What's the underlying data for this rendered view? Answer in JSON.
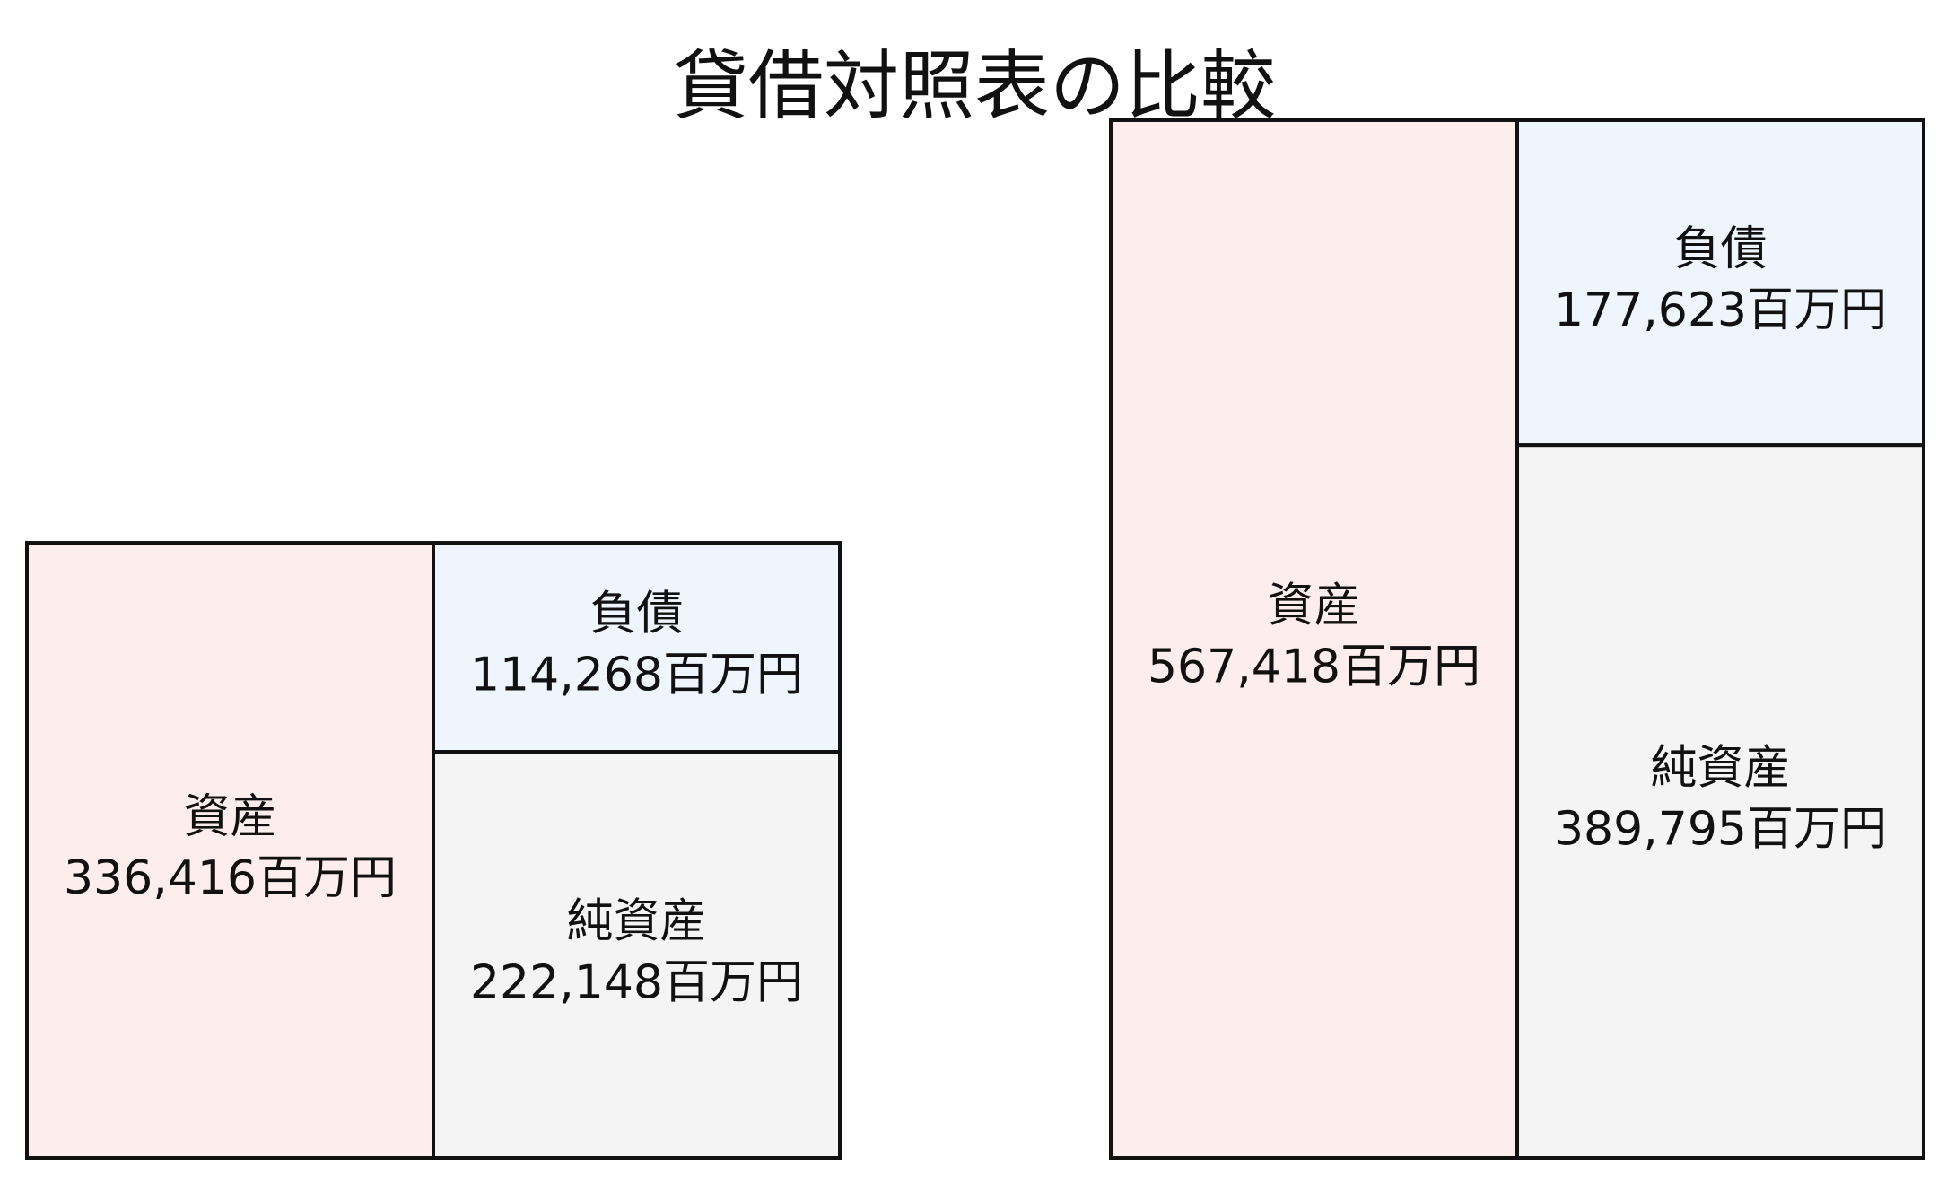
{
  "chart_data": {
    "type": "table",
    "title": "貸借対照表の比較",
    "unit": "百万円",
    "colors": {
      "assets": "#fdeeed",
      "liabilities": "#eef5fd",
      "net_assets": "#f4f4f4"
    },
    "balance_sheets": [
      {
        "assets": {
          "label": "資産",
          "value": 336416,
          "value_text": "336,416百万円"
        },
        "liabilities": {
          "label": "負債",
          "value": 114268,
          "value_text": "114,268百万円"
        },
        "net_assets": {
          "label": "純資産",
          "value": 222148,
          "value_text": "222,148百万円"
        }
      },
      {
        "assets": {
          "label": "資産",
          "value": 567418,
          "value_text": "567,418百万円"
        },
        "liabilities": {
          "label": "負債",
          "value": 177623,
          "value_text": "177,623百万円"
        },
        "net_assets": {
          "label": "純資産",
          "value": 389795,
          "value_text": "389,795百万円"
        }
      }
    ]
  }
}
